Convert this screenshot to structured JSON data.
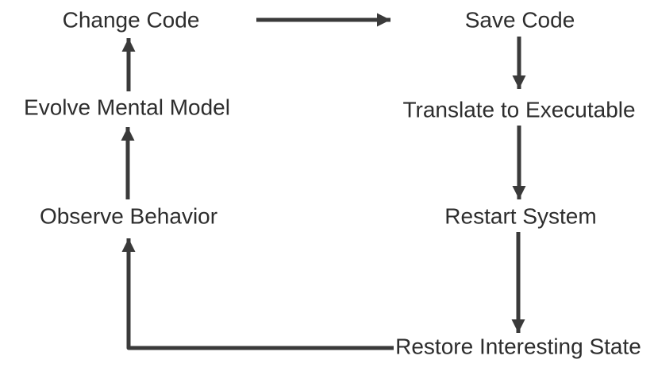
{
  "diagram": {
    "nodes": {
      "change_code": {
        "label": "Change Code"
      },
      "save_code": {
        "label": "Save Code"
      },
      "evolve_mental_model": {
        "label": "Evolve Mental Model"
      },
      "translate_to_executable": {
        "label": "Translate to Executable"
      },
      "observe_behavior": {
        "label": "Observe Behavior"
      },
      "restart_system": {
        "label": "Restart System"
      },
      "restore_interesting_state": {
        "label": "Restore Interesting State"
      }
    },
    "edges": [
      {
        "from": "change_code",
        "to": "save_code",
        "direction": "right"
      },
      {
        "from": "save_code",
        "to": "translate_to_executable",
        "direction": "down"
      },
      {
        "from": "translate_to_executable",
        "to": "restart_system",
        "direction": "down"
      },
      {
        "from": "restart_system",
        "to": "restore_interesting_state",
        "direction": "down"
      },
      {
        "from": "restore_interesting_state",
        "to": "observe_behavior",
        "direction": "left-then-up"
      },
      {
        "from": "observe_behavior",
        "to": "evolve_mental_model",
        "direction": "up"
      },
      {
        "from": "evolve_mental_model",
        "to": "change_code",
        "direction": "up"
      }
    ],
    "colors": {
      "text": "#2d2d2d",
      "arrow": "#3a3a3a",
      "background": "#ffffff"
    }
  }
}
